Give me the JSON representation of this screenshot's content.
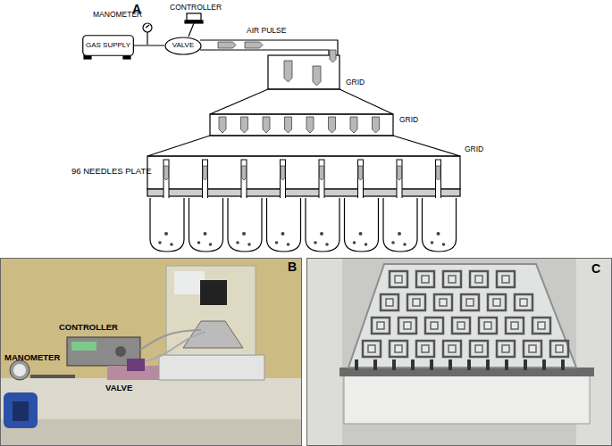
{
  "diagram": {
    "nodes": [
      {
        "text": [
          "GAS SUPPLY"
        ]
      },
      {
        "text": [
          "VALVE"
        ]
      }
    ],
    "edges": [
      {
        "from": 0,
        "to": 1,
        "arrow": "none"
      }
    ],
    "labels": [
      "A",
      "MANOMETER",
      "CONTROLLER",
      "AIR PULSE",
      "GRID",
      "GRID",
      "GRID",
      "96 NEEDLES PLATE",
      "B",
      "CONTROLLER",
      "MANOMETER",
      "VALVE",
      "C"
    ]
  }
}
